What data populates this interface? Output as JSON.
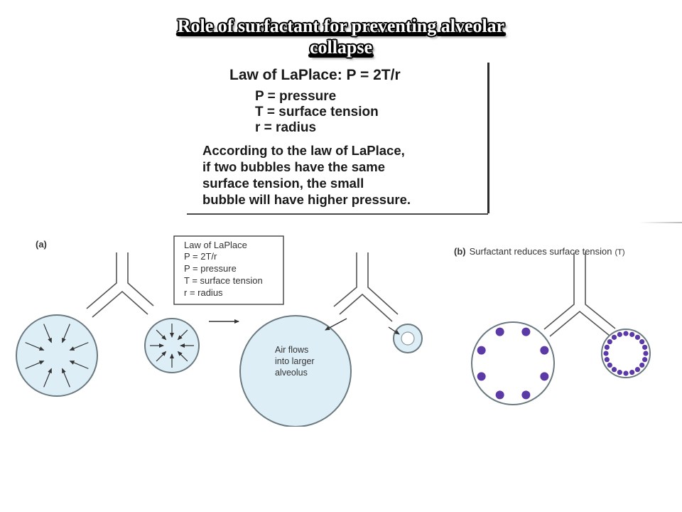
{
  "slide": {
    "title_line1": "Role of surfactant for preventing alveolar",
    "title_line2": "collapse"
  },
  "laplace_box": {
    "law": "Law of LaPlace: P = 2T/r",
    "definitions": [
      "P = pressure",
      "T = surface tension",
      "r = radius"
    ],
    "paragraph_lines": [
      "According to the law of LaPlace,",
      "if two bubbles have the same",
      "surface tension, the small",
      "bubble will have higher pressure."
    ]
  },
  "diagram": {
    "panel_a_label": "(a)",
    "inset_lines": [
      "Law of LaPlace",
      "P = 2T/r",
      "P = pressure",
      "T = surface tension",
      "r  = radius"
    ],
    "air_flow_lines": [
      "Air flows",
      "into larger",
      "alveolus"
    ],
    "panel_b_label": "(b)",
    "panel_b_caption": "Surfactant reduces surface tension",
    "panel_b_symbol": "(T)",
    "colors": {
      "alveolus_fill": "#ddeef6",
      "alveolus_stroke": "#6b7a80",
      "surfactant": "#5b3aa8"
    }
  }
}
